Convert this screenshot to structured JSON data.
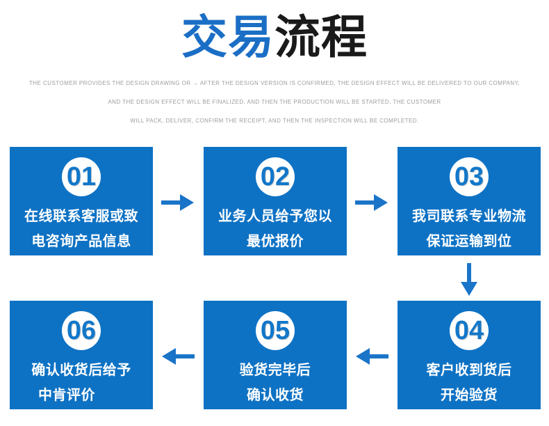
{
  "title": {
    "blue": "交易",
    "black": "流程"
  },
  "subtitle": {
    "lines": [
      "THE CUSTOMER PROVIDES THE DESIGN DRAWING OR → AFTER THE DESIGN VERSION IS CONFIRMED, THE DESIGN EFFECT WILL BE DELIVERED TO OUR COMPANY,",
      "AND THE DESIGN EFFECT WILL BE FINALIZED, AND THEN THE PRODUCTION WILL BE STARTED, THE CUSTOMER",
      "WILL PACK, DELIVER, CONFIRM THE RECEIPT, AND THEN THE INSPECTION WILL BE COMPLETED."
    ]
  },
  "steps": [
    {
      "number": "01",
      "lines": [
        "在线联系客服或致",
        "电咨询产品信息"
      ]
    },
    {
      "number": "02",
      "lines": [
        "业务人员给予您以",
        "最优报价"
      ]
    },
    {
      "number": "03",
      "lines": [
        "我司联系专业物流",
        "保证运输到位"
      ]
    },
    {
      "number": "04",
      "lines": [
        "客户收到货后",
        "开始验货"
      ]
    },
    {
      "number": "05",
      "lines": [
        "验货完毕后",
        "确认收货"
      ]
    },
    {
      "number": "06",
      "lines": [
        "确认收货后给予",
        "中肯评价"
      ]
    }
  ],
  "colors": {
    "box_blue": "#0e72c4",
    "title_blue": "#1b6ec5",
    "title_black": "#1a1a1a",
    "arrow_blue": "#1a74c8",
    "subtitle_gray": "#9d9d9d",
    "number_blue": "#1277c9"
  }
}
